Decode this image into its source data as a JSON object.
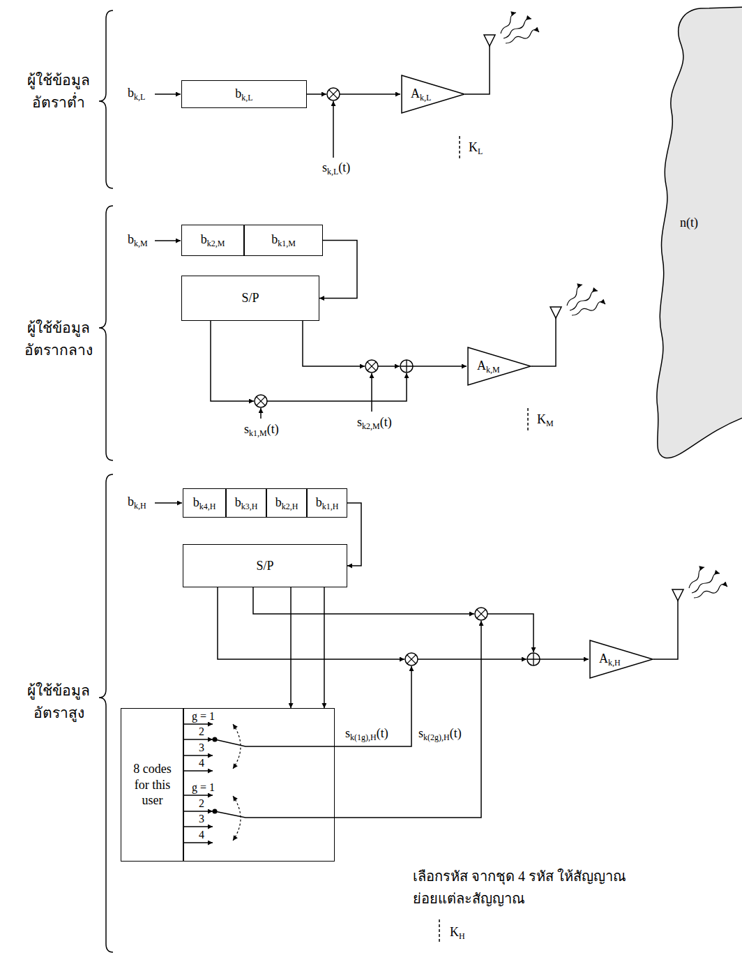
{
  "diagram": {
    "nodes": [
      {
        "text": [
          "bk,L"
        ]
      },
      {
        "text": [
          "Ak,L"
        ]
      },
      {
        "text": [
          "n(t)"
        ]
      },
      {
        "text": [
          "bk2,M"
        ]
      },
      {
        "text": [
          "bk1,M"
        ]
      },
      {
        "text": [
          "S/P"
        ]
      },
      {
        "text": [
          "Ak,M"
        ]
      },
      {
        "text": [
          "bk4,H"
        ]
      },
      {
        "text": [
          "bk3,H"
        ]
      },
      {
        "text": [
          "bk2,H"
        ]
      },
      {
        "text": [
          "bk1,H"
        ]
      },
      {
        "text": [
          "S/P"
        ]
      },
      {
        "text": [
          "Ak,H"
        ]
      },
      {
        "text": [
          "8 codes for this user"
        ]
      },
      {
        "text": [
          "g = 1",
          "2",
          "3",
          "4",
          "g = 1",
          "2",
          "3",
          "4"
        ]
      }
    ],
    "edges": [
      {
        "from": 4,
        "to": 5,
        "arrow": "to"
      },
      {
        "from": 10,
        "to": 11,
        "arrow": "to"
      },
      {
        "from": 11,
        "to": 14,
        "arrow": "to"
      },
      {
        "from": 11,
        "to": 14,
        "arrow": "to"
      },
      {
        "from": 13,
        "to": 14,
        "arrow": "to"
      },
      {
        "from": 13,
        "to": 14,
        "arrow": "to"
      },
      {
        "from": 13,
        "to": 14,
        "arrow": "to"
      },
      {
        "from": 13,
        "to": 14,
        "arrow": "to"
      },
      {
        "from": 13,
        "to": 14,
        "arrow": "to"
      },
      {
        "from": 13,
        "to": 14,
        "arrow": "to"
      },
      {
        "from": 13,
        "to": 14,
        "arrow": "to"
      },
      {
        "from": 13,
        "to": 14,
        "arrow": "to"
      }
    ],
    "labels": [
      "ผู้ใช้ข้อมูล อัตราต่ำ",
      "bk,L",
      "sk,L(t)",
      "KL",
      "ผู้ใช้ข้อมูล อัตรากลาง",
      "bk,M",
      "sk1,M(t)",
      "sk2,M(t)",
      "KM",
      "ผู้ใช้ข้อมูล อัตราสูง",
      "bk,H",
      "sk(1g),H(t)",
      "sk(2g),H(t)",
      "เลือกรหัส จากชุด 4 รหัส ให้สัญญาณย่อยแต่ละสัญญาณ",
      "KH"
    ]
  }
}
